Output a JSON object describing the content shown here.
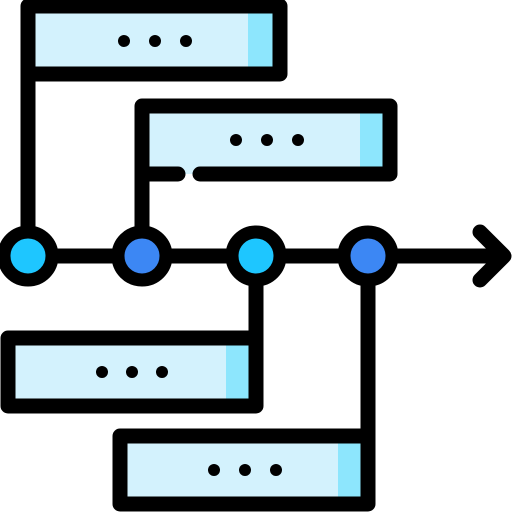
{
  "icon": {
    "name": "timeline-flowchart-icon",
    "colors": {
      "stroke": "#000000",
      "box_fill": "#d3f2fd",
      "box_accent": "#8de6fd",
      "node_light": "#1ec6ff",
      "node_dark": "#3c87f4",
      "dots": "#000000"
    },
    "boxes": [
      {
        "id": "box-1",
        "label_dots": 3
      },
      {
        "id": "box-2",
        "label_dots": 3
      },
      {
        "id": "box-3",
        "label_dots": 3
      },
      {
        "id": "box-4",
        "label_dots": 3
      }
    ],
    "nodes": [
      {
        "id": "node-1",
        "tone": "light"
      },
      {
        "id": "node-2",
        "tone": "dark"
      },
      {
        "id": "node-3",
        "tone": "light"
      },
      {
        "id": "node-4",
        "tone": "dark"
      }
    ]
  }
}
